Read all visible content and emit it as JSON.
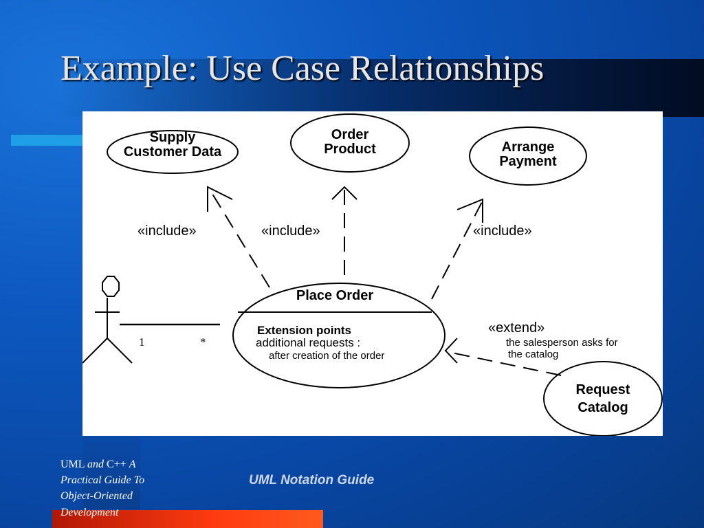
{
  "slide": {
    "title": "Example: Use Case Relationships",
    "colors": {
      "background": "#0d59c1",
      "accent": "#1fa0e6",
      "footer_bar": "#ff3b10",
      "diagram_bg": "#ffffff"
    }
  },
  "diagram": {
    "use_cases": {
      "supply_customer_data": [
        "Supply",
        "Customer Data"
      ],
      "order_product": [
        "Order",
        "Product"
      ],
      "arrange_payment": [
        "Arrange",
        "Payment"
      ],
      "place_order": "Place Order",
      "request_catalog": [
        "Request",
        "Catalog"
      ]
    },
    "extension_points": {
      "heading": "Extension points",
      "name": "additional requests :",
      "condition": "after creation of the order"
    },
    "relationships": {
      "include_1": "«include»",
      "include_2": "«include»",
      "include_3": "«include»",
      "extend": "«extend»",
      "extend_condition": [
        "the salesperson asks for",
        "the catalog"
      ]
    },
    "association": {
      "actor_multiplicity": "1",
      "usecase_multiplicity": "*"
    },
    "actor_icon": "stick-figure-actor"
  },
  "footer": {
    "book_line1_a": "UML",
    "book_line1_b": "and",
    "book_line1_c": "C++",
    "book_line1_d": "A",
    "book_line2": "Practical Guide To",
    "book_line3": "Object-Oriented",
    "book_line4": "Development",
    "guide": "UML Notation Guide"
  }
}
